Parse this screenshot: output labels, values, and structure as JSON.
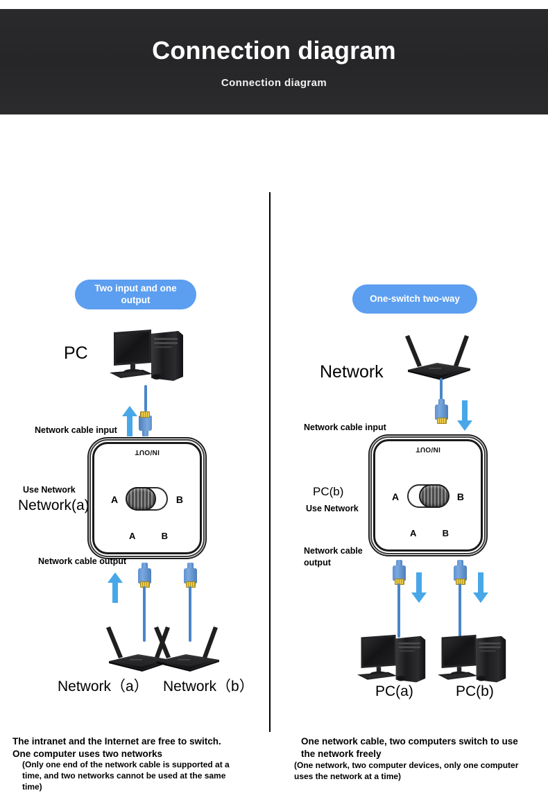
{
  "header": {
    "title": "Connection diagram",
    "subtitle": "Connection diagram"
  },
  "left_panel": {
    "badge": "Two input and one output",
    "device_top_label": "PC",
    "cable_input_label": "Network cable input",
    "use_network_label": "Use Network",
    "network_a_label": "Network(a)",
    "cable_output_label": "Network cable output",
    "switch": {
      "inout": "IN/OUT",
      "side_a": "A",
      "side_b": "B",
      "bottom_a": "A",
      "bottom_b": "B",
      "toggle_position": "A"
    },
    "bottom_device_a": "Network（a）",
    "bottom_device_b": "Network（b）",
    "caption_main": "The intranet and the Internet are free to switch. One computer uses two networks",
    "caption_sub": "(Only one end of the network cable is supported at a time, and two networks cannot be used at the same time)"
  },
  "right_panel": {
    "badge": "One-switch two-way",
    "device_top_label": "Network",
    "cable_input_label": "Network cable input",
    "pc_b_label": "PC(b)",
    "use_network_label": "Use Network",
    "cable_output_label": "Network cable output",
    "switch": {
      "inout": "IN/OUT",
      "side_a": "A",
      "side_b": "B",
      "bottom_a": "A",
      "bottom_b": "B",
      "toggle_position": "B"
    },
    "bottom_device_a": "PC(a)",
    "bottom_device_b": "PC(b)",
    "caption_main": "One network cable, two computers switch to use the network freely",
    "caption_sub": "(One network, two computer devices, only one computer uses the network at a time)"
  },
  "colors": {
    "header_bg": "#2a2a2c",
    "badge_blue": "#5c9ef0",
    "arrow_blue": "#48a7e8",
    "cable_blue": "#4a86c8",
    "connector_gold": "#e8c94a"
  }
}
